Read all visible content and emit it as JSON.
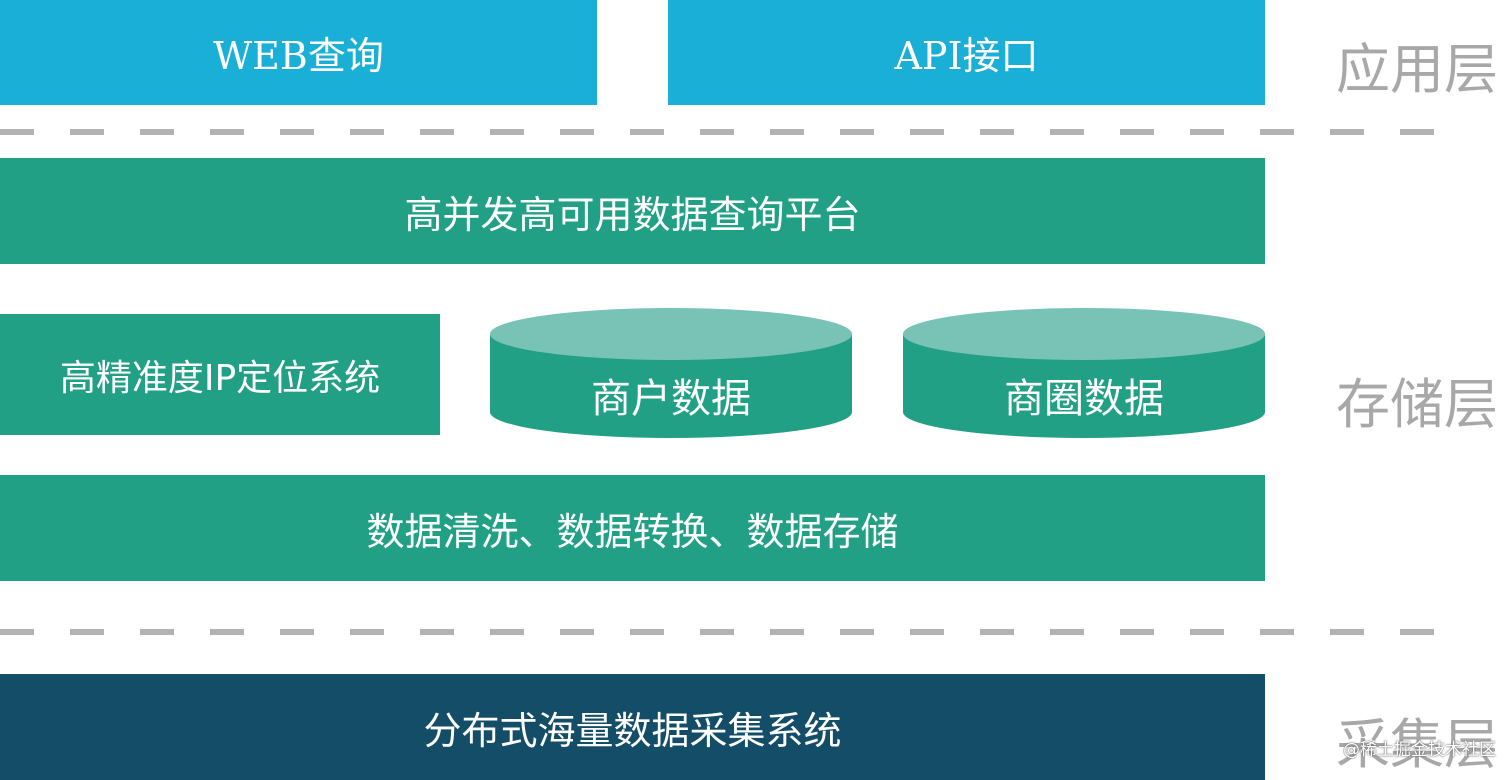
{
  "application_layer": {
    "label": "应用层",
    "web_query": "WEB查询",
    "api_interface": "API接口"
  },
  "storage_layer": {
    "label": "存储层",
    "query_platform": "高并发高可用数据查询平台",
    "ip_system": "高精准度IP定位系统",
    "merchant_data": "商户数据",
    "business_district_data": "商圈数据",
    "data_processing": "数据清洗、数据转换、数据存储"
  },
  "collection_layer": {
    "label": "采集层",
    "collection_system": "分布式海量数据采集系统"
  },
  "watermark": "@稀土掘金技术社区",
  "colors": {
    "application": "#1aafd6",
    "storage": "#22a085",
    "cylinder_top": "#78c3b5",
    "collection": "#134d68",
    "layer_label": "#a8a8a8",
    "dashed_divider": "#b3b3b3"
  }
}
